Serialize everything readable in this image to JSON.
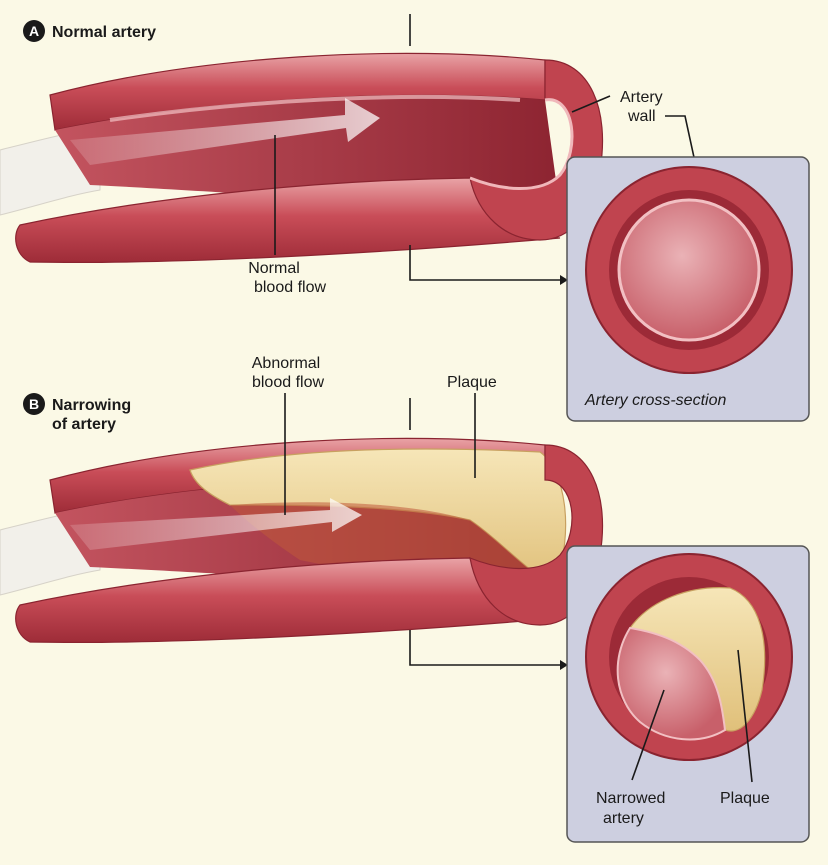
{
  "panel_a": {
    "badge": "A",
    "title": "Normal artery",
    "labels": {
      "artery_wall_line1": "Artery",
      "artery_wall_line2": "wall",
      "flow_line1": "Normal",
      "flow_line2": "blood flow"
    },
    "cross_section_caption": "Artery cross-section"
  },
  "panel_b": {
    "badge": "B",
    "title_line1": "Narrowing",
    "title_line2": "of artery",
    "labels": {
      "flow_line1": "Abnormal",
      "flow_line2": "blood flow",
      "plaque": "Plaque",
      "narrowed_line1": "Narrowed",
      "narrowed_line2": "artery",
      "cs_plaque": "Plaque"
    }
  },
  "colors": {
    "background": "#fbf9e6",
    "artery_wall": "#c0444f",
    "artery_inner": "#a8323e",
    "lumen": "#d88088",
    "plaque": "#efd9a0",
    "inset_panel": "#cdcfe0"
  }
}
